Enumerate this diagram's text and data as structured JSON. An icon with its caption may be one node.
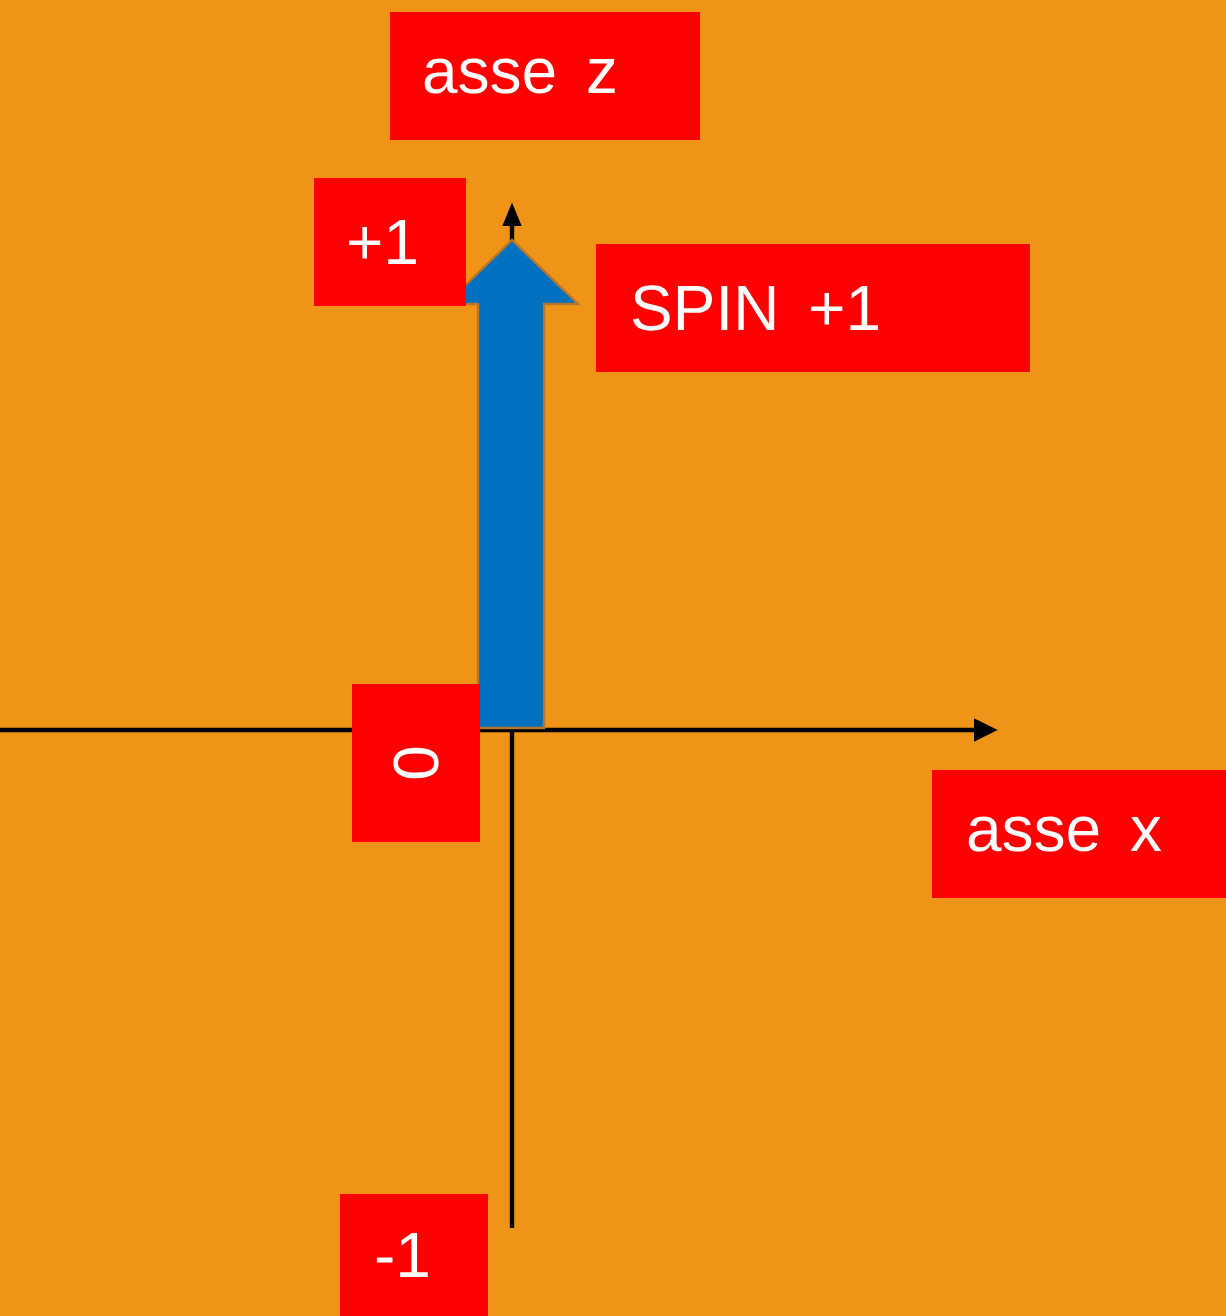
{
  "diagram": {
    "nodes": [
      {
        "text": [
          "asse z"
        ]
      },
      {
        "text": [
          "+1"
        ]
      },
      {
        "text": [
          "SPIN +1"
        ]
      },
      {
        "text": [
          "0"
        ]
      },
      {
        "text": [
          "asse x"
        ]
      },
      {
        "text": [
          "-1"
        ]
      }
    ]
  }
}
